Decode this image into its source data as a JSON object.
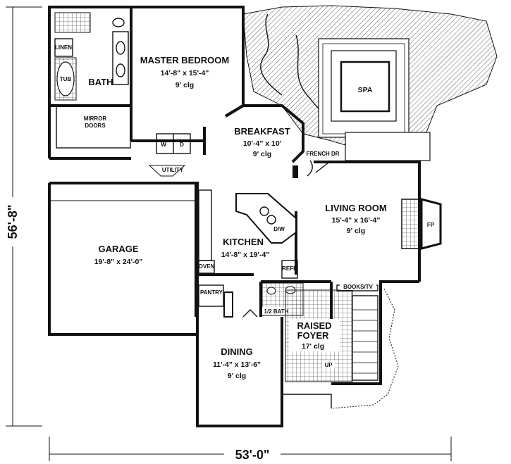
{
  "rooms": {
    "master_bedroom": {
      "name": "MASTER BEDROOM",
      "size": "14'-8\" x 15'-4\"",
      "ceiling": "9' clg"
    },
    "bath": {
      "name": "BATH"
    },
    "tub": "TUB",
    "linen": "LINEN",
    "mirror_doors_1": "MIRROR",
    "mirror_doors_2": "DOORS",
    "spa": "SPA",
    "breakfast": {
      "name": "BREAKFAST",
      "size": "10'-4\" x 10'",
      "ceiling": "9' clg"
    },
    "french_dr": "FRENCH DR",
    "washer": "W",
    "dryer": "D",
    "utility": "UTILITY",
    "living_room": {
      "name": "LIVING ROOM",
      "size": "15'-4\" x 16'-4\"",
      "ceiling": "9' clg"
    },
    "fireplace": "FP",
    "garage": {
      "name": "GARAGE",
      "size": "19'-8\" x 24'-0\""
    },
    "kitchen": {
      "name": "KITCHEN",
      "size": "14'-8\" x 19'-4\""
    },
    "dishwasher": "D/W",
    "oven": "OVEN",
    "refrigerator": "REFR",
    "pantry": "PANTRY",
    "half_bath": "1/2 BATH",
    "books_tv": "BOOKS/TV",
    "raised_foyer": {
      "name_1": "RAISED",
      "name_2": "FOYER",
      "ceiling": "17' clg"
    },
    "up": "UP",
    "dining": {
      "name": "DINING",
      "size": "11'-4\" x 13'-6\"",
      "ceiling": "9' clg"
    }
  },
  "dimensions": {
    "overall_width": "53'-0\"",
    "overall_depth": "56'-8\""
  }
}
